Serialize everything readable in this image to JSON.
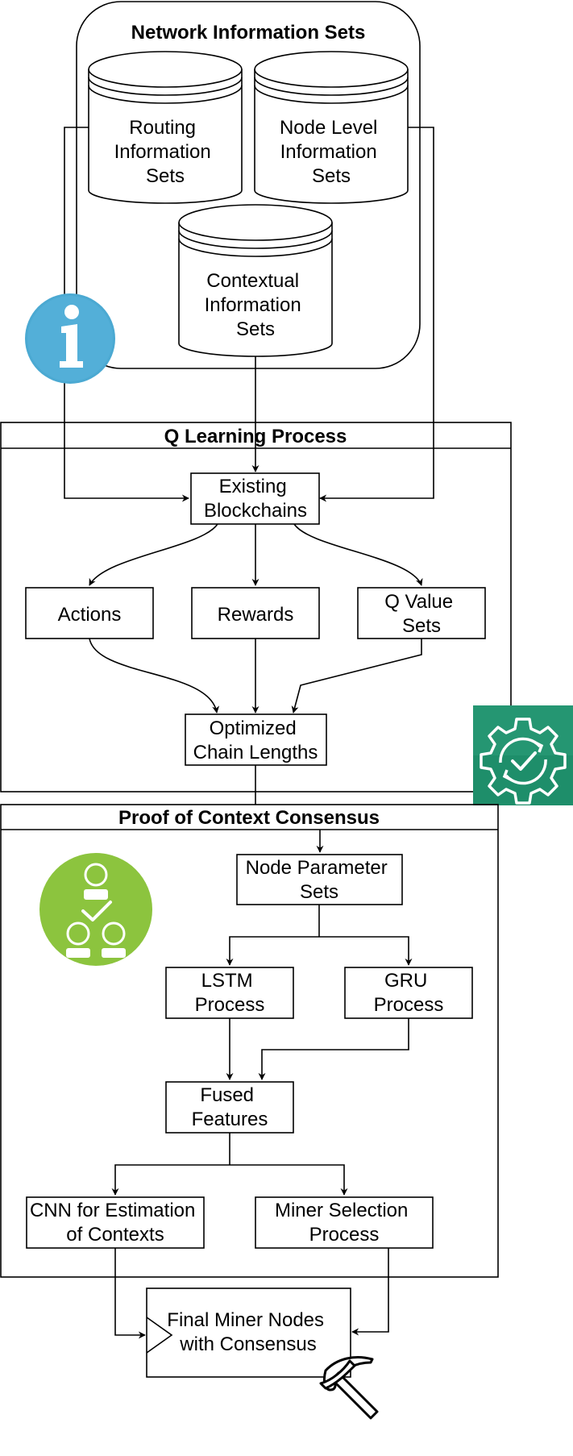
{
  "network": {
    "title": "Network Information Sets",
    "routing": [
      "Routing",
      "Information",
      "Sets"
    ],
    "node_level": [
      "Node Level",
      "Information",
      "Sets"
    ],
    "contextual": [
      "Contextual",
      "Information",
      "Sets"
    ]
  },
  "qlearning": {
    "title": "Q Learning Process",
    "existing": [
      "Existing",
      "Blockchains"
    ],
    "actions": [
      "Actions"
    ],
    "rewards": [
      "Rewards"
    ],
    "qvalue": [
      "Q Value",
      "Sets"
    ],
    "optimized": [
      "Optimized",
      "Chain Lengths"
    ]
  },
  "poc": {
    "title": "Proof of Context Consensus",
    "node_params": [
      "Node Parameter",
      "Sets"
    ],
    "lstm": [
      "LSTM",
      "Process"
    ],
    "gru": [
      "GRU",
      "Process"
    ],
    "fused": [
      "Fused",
      "Features"
    ],
    "cnn": [
      "CNN for Estimation",
      "of Contexts"
    ],
    "miner": [
      "Miner Selection",
      "Process"
    ]
  },
  "final": [
    "Final Miner Nodes",
    "with Consensus"
  ],
  "icons": {
    "info": "info-icon",
    "gear": "gear-check-icon",
    "consensus": "consensus-people-icon",
    "pickaxe": "pickaxe-icon"
  },
  "colors": {
    "info_blue": "#4BA9D2",
    "gear_green": "#1E8E6A",
    "consensus_green": "#8CC43E"
  }
}
